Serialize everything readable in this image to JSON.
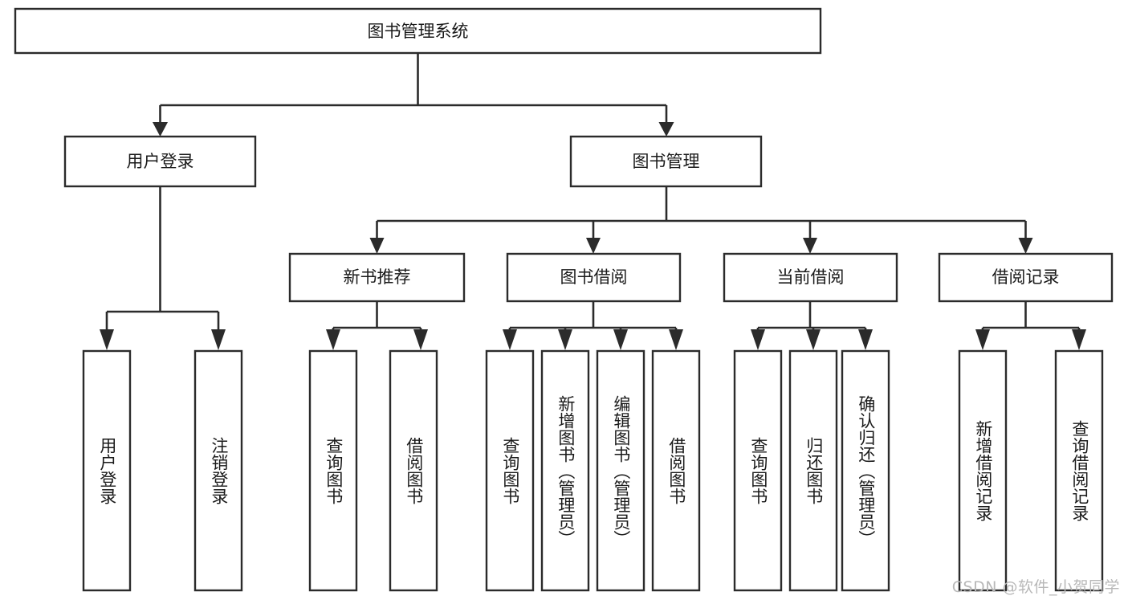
{
  "diagram": {
    "title": "图书管理系统",
    "watermark": "CSDN @软件_小贺同学",
    "colors": {
      "stroke": "#2b2b2b",
      "fill": "#ffffff",
      "text": "#1a1a1a",
      "watermark": "#b8b8b8"
    },
    "nodes": {
      "root": {
        "label": "图书管理系统",
        "orientation": "horizontal"
      },
      "l2": [
        {
          "id": "user-login",
          "label": "用户登录",
          "orientation": "horizontal"
        },
        {
          "id": "book-manage",
          "label": "图书管理",
          "orientation": "horizontal"
        }
      ],
      "l3": [
        {
          "id": "new-book-recommend",
          "label": "新书推荐",
          "orientation": "horizontal"
        },
        {
          "id": "book-borrow",
          "label": "图书借阅",
          "orientation": "horizontal"
        },
        {
          "id": "current-borrow",
          "label": "当前借阅",
          "orientation": "horizontal"
        },
        {
          "id": "borrow-record",
          "label": "借阅记录",
          "orientation": "horizontal"
        }
      ],
      "leaves": [
        {
          "id": "leaf-user-login",
          "label": "用户登录",
          "orientation": "vertical",
          "parent": "user-login"
        },
        {
          "id": "leaf-logout-login",
          "label": "注销登录",
          "orientation": "vertical",
          "parent": "user-login"
        },
        {
          "id": "leaf-query-book-1",
          "label": "查询图书",
          "orientation": "vertical",
          "parent": "new-book-recommend"
        },
        {
          "id": "leaf-borrow-book-1",
          "label": "借阅图书",
          "orientation": "vertical",
          "parent": "new-book-recommend"
        },
        {
          "id": "leaf-query-book-2",
          "label": "查询图书",
          "orientation": "vertical",
          "parent": "book-borrow"
        },
        {
          "id": "leaf-add-book",
          "label": "新增图书（管理员）",
          "orientation": "vertical",
          "parent": "book-borrow"
        },
        {
          "id": "leaf-edit-book",
          "label": "编辑图书（管理员）",
          "orientation": "vertical",
          "parent": "book-borrow"
        },
        {
          "id": "leaf-borrow-book-2",
          "label": "借阅图书",
          "orientation": "vertical",
          "parent": "book-borrow"
        },
        {
          "id": "leaf-query-book-3",
          "label": "查询图书",
          "orientation": "vertical",
          "parent": "current-borrow"
        },
        {
          "id": "leaf-return-book",
          "label": "归还图书",
          "orientation": "vertical",
          "parent": "current-borrow"
        },
        {
          "id": "leaf-confirm-return",
          "label": "确认归还（管理员）",
          "orientation": "vertical",
          "parent": "current-borrow"
        },
        {
          "id": "leaf-add-borrow-record",
          "label": "新增借阅记录",
          "orientation": "vertical",
          "parent": "borrow-record"
        },
        {
          "id": "leaf-query-borrow-record",
          "label": "查询借阅记录",
          "orientation": "vertical",
          "parent": "borrow-record"
        }
      ]
    }
  }
}
